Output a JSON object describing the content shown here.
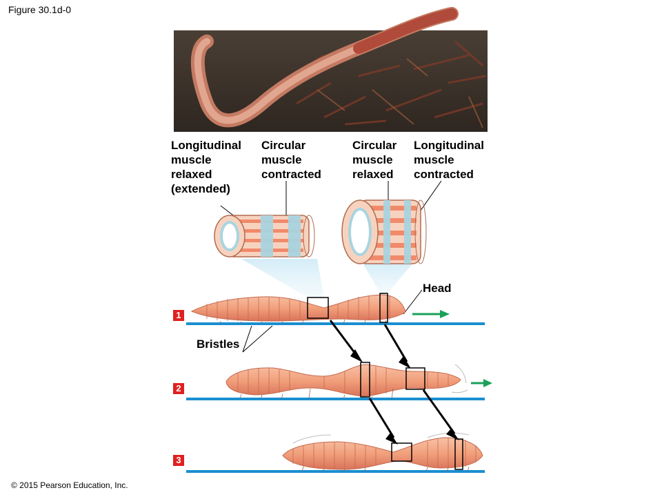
{
  "figure": {
    "id": "Figure 30.1d-0"
  },
  "labels": {
    "longitudinal_relaxed": "Longitudinal\nmuscle\nrelaxed\n(extended)",
    "circular_contracted": "Circular\nmuscle\ncontracted",
    "circular_relaxed": "Circular\nmuscle\nrelaxed",
    "longitudinal_contracted": "Longitudinal\nmuscle\ncontracted",
    "head": "Head",
    "bristles": "Bristles"
  },
  "steps": [
    "1",
    "2",
    "3"
  ],
  "copyright": "© 2015 Pearson Education, Inc.",
  "colors": {
    "worm_body": "#f2a07c",
    "worm_dark": "#d9735a",
    "ground_line": "#1a8fd0",
    "arrow_green": "#1aa05a",
    "step_badge": "#e02020",
    "circular_muscle": "#a9d4e0",
    "longitudinal_muscle": "#f08a6a",
    "soil": "#3b3128"
  }
}
